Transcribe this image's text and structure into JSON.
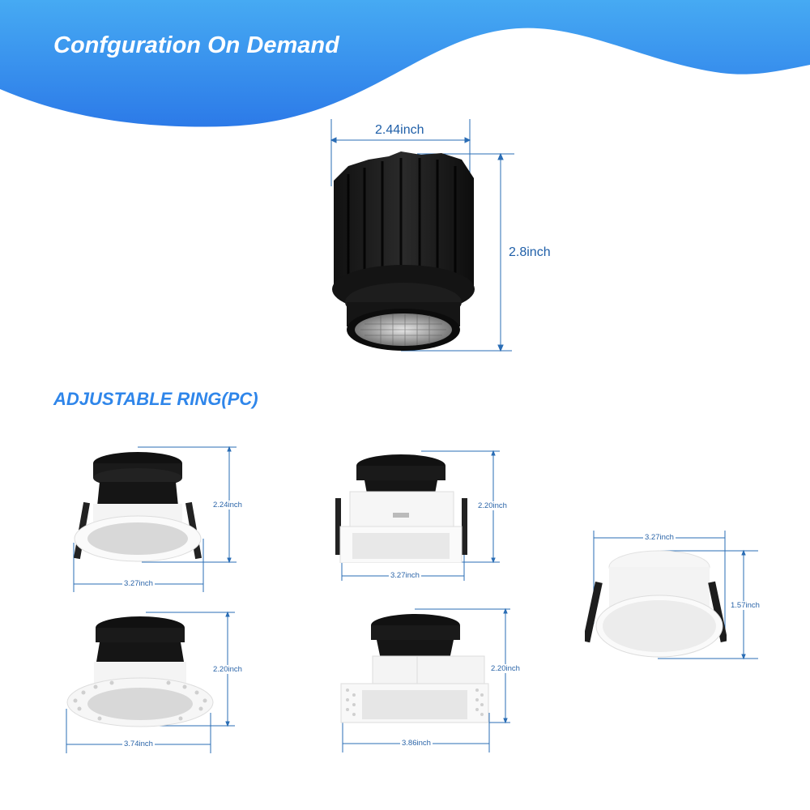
{
  "banner": {
    "title": "Confguration On Demand",
    "gradient_top": "#45a8f2",
    "gradient_bottom": "#2d7ce8"
  },
  "main_product": {
    "name": "LED module (black heatsink)",
    "width_label": "2.44inch",
    "height_label": "2.8inch"
  },
  "section": {
    "title": "ADJUSTABLE RING(PC)",
    "color": "#2f86ea"
  },
  "variants": [
    {
      "name": "round-trim",
      "height_label": "2.24inch",
      "width_label": "3.27inch"
    },
    {
      "name": "square-trim",
      "height_label": "2.20inch",
      "width_label": "3.27inch"
    },
    {
      "name": "round-trimless",
      "height_label": "2.20inch",
      "width_label": "3.74inch"
    },
    {
      "name": "square-trimless",
      "height_label": "2.20inch",
      "width_label": "3.86inch"
    },
    {
      "name": "round-deep-ring",
      "width_label": "3.27inch",
      "height_label": "1.57inch"
    }
  ],
  "dimension_line_color": "#2a6db5"
}
